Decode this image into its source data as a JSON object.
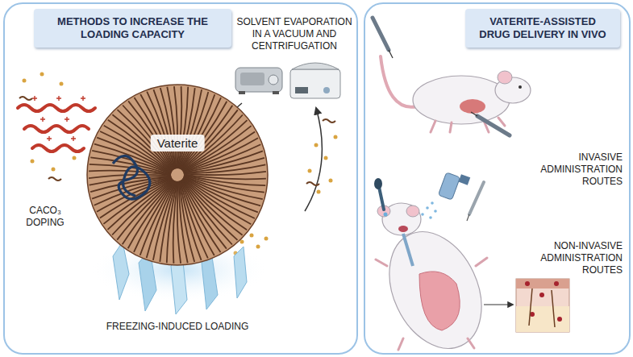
{
  "diagram": {
    "nodes": [
      {
        "text": [
          "METHODS TO INCREASE THE LOADING CAPACITY"
        ]
      },
      {
        "text": [
          "VATERITE-ASSISTED DRUG DELIVERY IN VIVO"
        ]
      },
      {
        "text": [
          "Vaterite"
        ],
        "in": 0
      }
    ],
    "labels": [
      "SOLVENT EVAPORATION IN A VACUUM AND CENTRIFUGATION",
      "CACO₃ DOPING",
      "FREEZING-INDUCED LOADING",
      "INVASIVE ADMINISTRATION ROUTES",
      "NON-INVASIVE ADMINISTRATION ROUTES"
    ]
  }
}
